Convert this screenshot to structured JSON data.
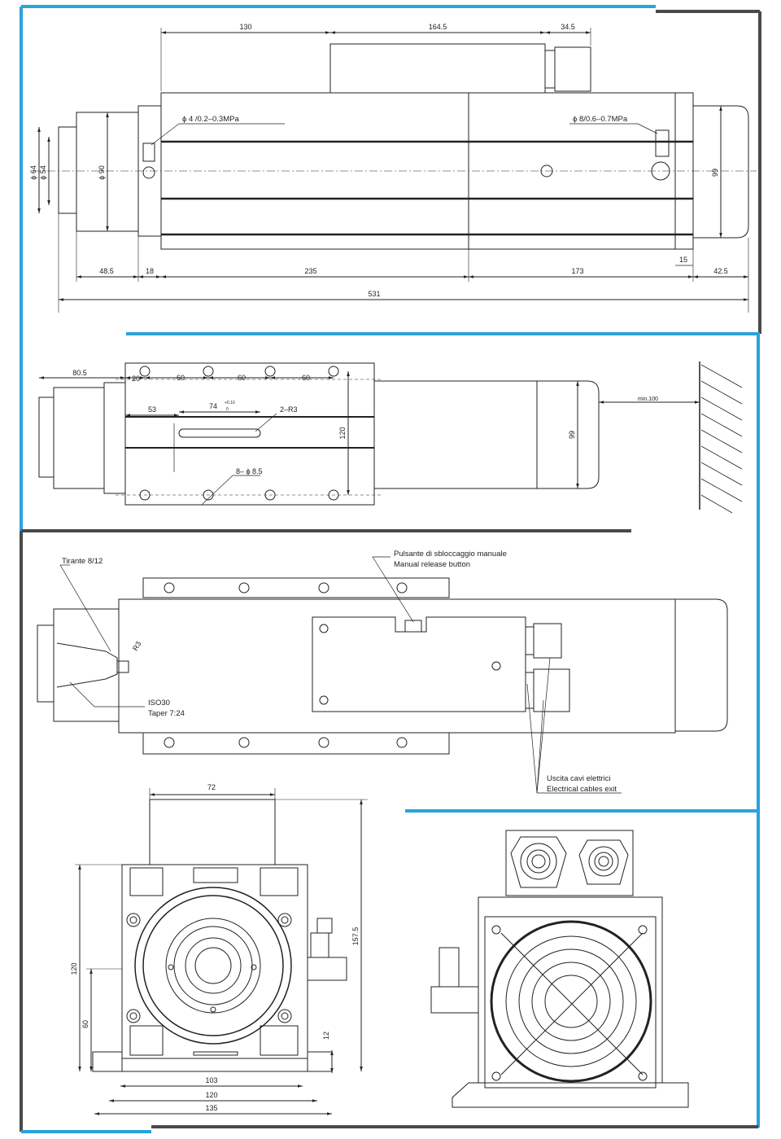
{
  "colors": {
    "accent_blue": "#2aa3dd",
    "frame_dark": "#4a4a4a",
    "line": "#222222"
  },
  "view1": {
    "dims_top": [
      "130",
      "164.5",
      "34.5"
    ],
    "dims_bottom": [
      "48.5",
      "18",
      "235",
      "173",
      "15",
      "42.5"
    ],
    "total": "531",
    "dia64": "ϕ 64",
    "dia54": "ϕ 54",
    "dia90": "ϕ 90",
    "height_right": "99",
    "air_left": "ϕ 4 /0.2–0.3MPa",
    "air_right": "ϕ 8/0.6–0.7MPa"
  },
  "view2": {
    "dims_top": [
      "80.5",
      "20",
      "60",
      "60",
      "60"
    ],
    "dim53": "53",
    "dim74": "74",
    "tol_upper": "+0.10",
    "tol_lower": "0",
    "slot": "2–R3",
    "height120": "120",
    "height99": "99",
    "holes": "8– ϕ 8.5",
    "clearance": "min.100"
  },
  "view3": {
    "drawbar": "Tirante 8/12",
    "r3": "R3",
    "iso_line1": "ISO30",
    "iso_line2": "Taper 7:24",
    "button_it": "Pulsante di sbloccaggio manuale",
    "button_en": "Manual release button",
    "cables_it": "Uscita cavi elettrici",
    "cables_en": "Electrical cables exit"
  },
  "view4": {
    "top_width": "72",
    "height_total": "157.5",
    "height120": "120",
    "height60": "60",
    "foot12": "12",
    "w103": "103",
    "w120": "120",
    "w135": "135"
  }
}
